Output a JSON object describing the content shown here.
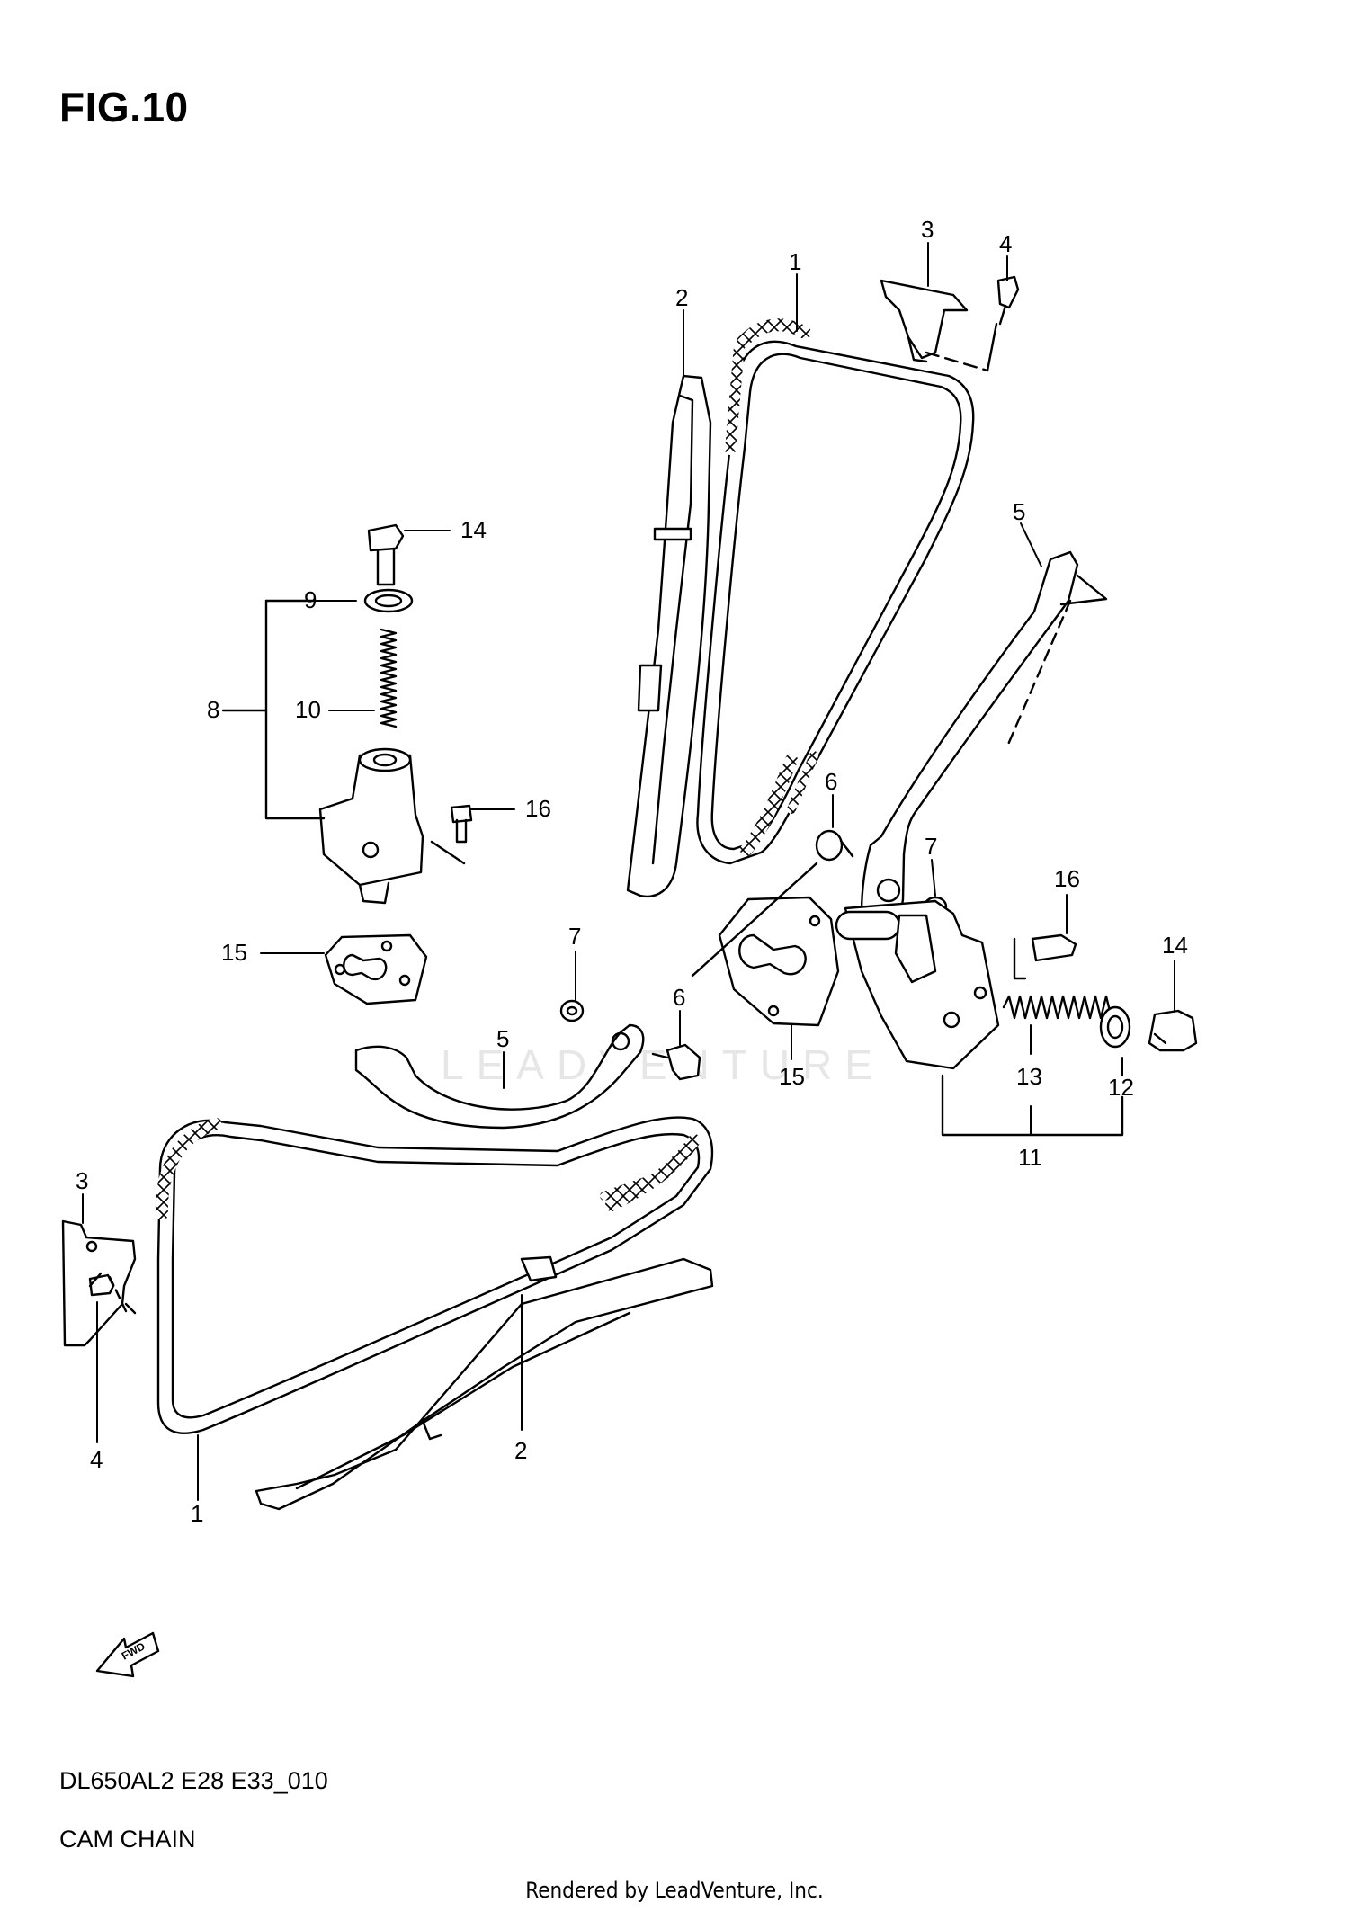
{
  "figure_title": "FIG.10",
  "model_code": "DL650AL2 E28 E33_010",
  "section_name": "CAM CHAIN",
  "render_credit": "Rendered by LeadVenture, Inc.",
  "watermark_text": "LEADVENTURE",
  "forward_marker": "FWD",
  "callouts": {
    "c1_top": "1",
    "c2_top": "2",
    "c3_top": "3",
    "c4_top": "4",
    "c5_right": "5",
    "c6_right": "6",
    "c7_right": "7",
    "c14_left": "14",
    "c9": "9",
    "c8": "8",
    "c10": "10",
    "c16_left": "16",
    "c15_left": "15",
    "c16_right": "16",
    "c14_right": "14",
    "c7_mid": "7",
    "c6_mid": "6",
    "c5_mid": "5",
    "c15_mid": "15",
    "c13": "13",
    "c12": "12",
    "c11": "11",
    "c3_left": "3",
    "c4_left": "4",
    "c1_bottom": "1",
    "c2_bottom": "2"
  }
}
